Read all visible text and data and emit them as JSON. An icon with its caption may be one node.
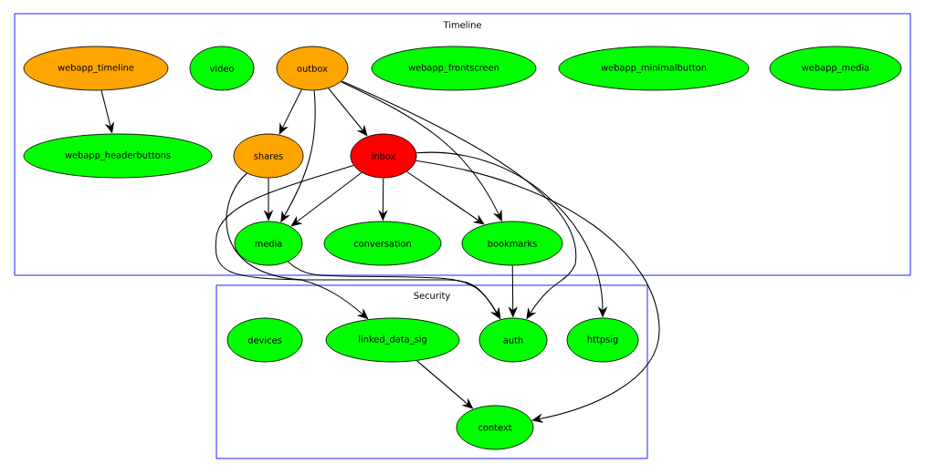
{
  "diagram": {
    "nodes": [
      {
        "text": [
          "Timeline"
        ]
      },
      {
        "text": [
          "webapp_timeline"
        ],
        "in": 0
      },
      {
        "text": [
          "video"
        ],
        "in": 0
      },
      {
        "text": [
          "outbox"
        ],
        "in": 0
      },
      {
        "text": [
          "webapp_frontscreen"
        ],
        "in": 0
      },
      {
        "text": [
          "webapp_minimalbutton"
        ],
        "in": 0
      },
      {
        "text": [
          "webapp_media"
        ],
        "in": 0
      },
      {
        "text": [
          "webapp_headerbuttons"
        ],
        "in": 0
      },
      {
        "text": [
          "shares"
        ],
        "in": 0
      },
      {
        "text": [
          "inbox"
        ],
        "in": 0
      },
      {
        "text": [
          "media"
        ],
        "in": 0
      },
      {
        "text": [
          "conversation"
        ],
        "in": 0
      },
      {
        "text": [
          "bookmarks"
        ],
        "in": 0
      },
      {
        "text": [
          "Security"
        ]
      },
      {
        "text": [
          "devices"
        ],
        "in": 13
      },
      {
        "text": [
          "linked_data_sig"
        ],
        "in": 13
      },
      {
        "text": [
          "auth"
        ],
        "in": 13
      },
      {
        "text": [
          "httpsig"
        ],
        "in": 13
      },
      {
        "text": [
          "context"
        ],
        "in": 13
      }
    ],
    "edges": [
      {
        "from": 1,
        "to": 7,
        "arrow": "to"
      },
      {
        "from": 3,
        "to": 8,
        "arrow": "to"
      },
      {
        "from": 3,
        "to": 10,
        "arrow": "to"
      },
      {
        "from": 3,
        "to": 9,
        "arrow": "to"
      },
      {
        "from": 3,
        "to": 12,
        "arrow": "to"
      },
      {
        "from": 3,
        "to": 16,
        "arrow": "to"
      },
      {
        "from": 8,
        "to": 10,
        "arrow": "to"
      },
      {
        "from": 8,
        "to": 16,
        "arrow": "to"
      },
      {
        "from": 9,
        "to": 15,
        "arrow": "to"
      },
      {
        "from": 9,
        "to": 10,
        "arrow": "to"
      },
      {
        "from": 9,
        "to": 11,
        "arrow": "to"
      },
      {
        "from": 9,
        "to": 12,
        "arrow": "to"
      },
      {
        "from": 9,
        "to": 17,
        "arrow": "to"
      },
      {
        "from": 9,
        "to": 18,
        "arrow": "to"
      },
      {
        "from": 10,
        "to": 16,
        "arrow": "to"
      },
      {
        "from": 12,
        "to": 16,
        "arrow": "to"
      },
      {
        "from": 15,
        "to": 18,
        "arrow": "to"
      }
    ]
  }
}
